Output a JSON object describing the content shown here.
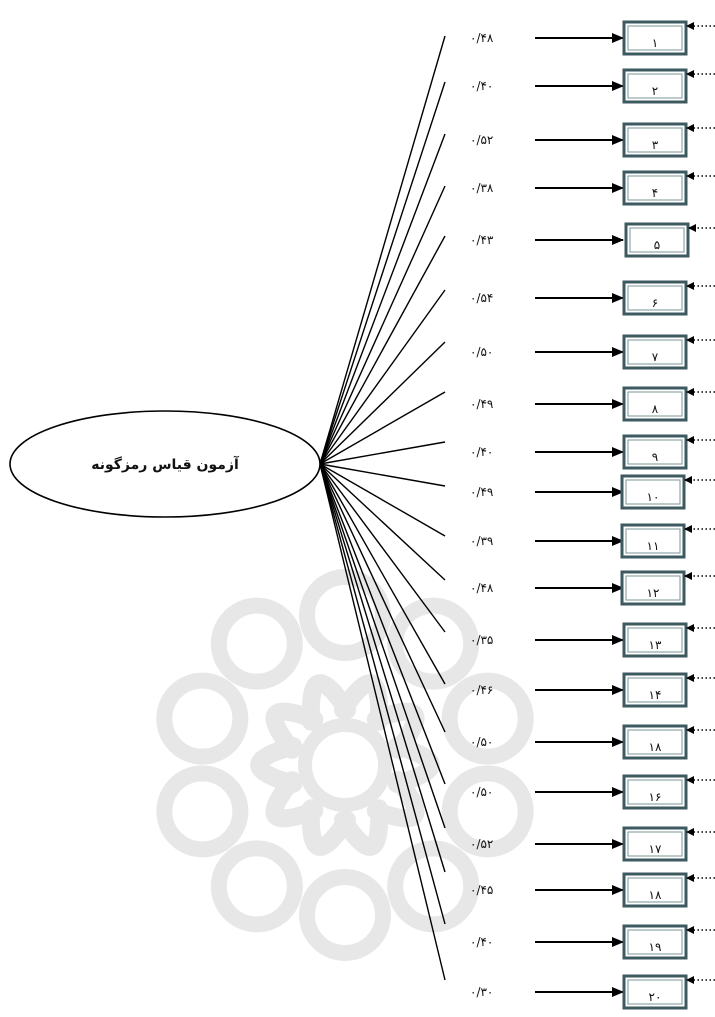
{
  "latent": {
    "label": "آزمون قیاس رمزگونه"
  },
  "colors": {
    "box_border": "#3c5a5f",
    "box_inner": "#8fa7ab",
    "line": "#000000",
    "watermark": "#e3e3e3"
  },
  "watermark": {
    "icon": "star-rosette-watermark"
  },
  "indicators": [
    {
      "num": "۱",
      "loading": "۰/۴۸"
    },
    {
      "num": "۲",
      "loading": "۰/۴۰"
    },
    {
      "num": "۳",
      "loading": "۰/۵۲"
    },
    {
      "num": "۴",
      "loading": "۰/۳۸"
    },
    {
      "num": "۵",
      "loading": "۰/۴۳"
    },
    {
      "num": "۶",
      "loading": "۰/۵۴"
    },
    {
      "num": "۷",
      "loading": "۰/۵۰"
    },
    {
      "num": "۸",
      "loading": "۰/۴۹"
    },
    {
      "num": "۹",
      "loading": "۰/۴۰"
    },
    {
      "num": "۱۰",
      "loading": "۰/۴۹"
    },
    {
      "num": "۱۱",
      "loading": "۰/۳۹"
    },
    {
      "num": "۱۲",
      "loading": "۰/۴۸"
    },
    {
      "num": "۱۳",
      "loading": "۰/۳۵"
    },
    {
      "num": "۱۴",
      "loading": "۰/۴۶"
    },
    {
      "num": "۱۸",
      "loading": "۰/۵۰"
    },
    {
      "num": "۱۶",
      "loading": "۰/۵۰"
    },
    {
      "num": "۱۷",
      "loading": "۰/۵۲"
    },
    {
      "num": "۱۸",
      "loading": "۰/۴۵"
    },
    {
      "num": "۱۹",
      "loading": "۰/۴۰"
    },
    {
      "num": "۲۰",
      "loading": "۰/۳۰"
    }
  ]
}
